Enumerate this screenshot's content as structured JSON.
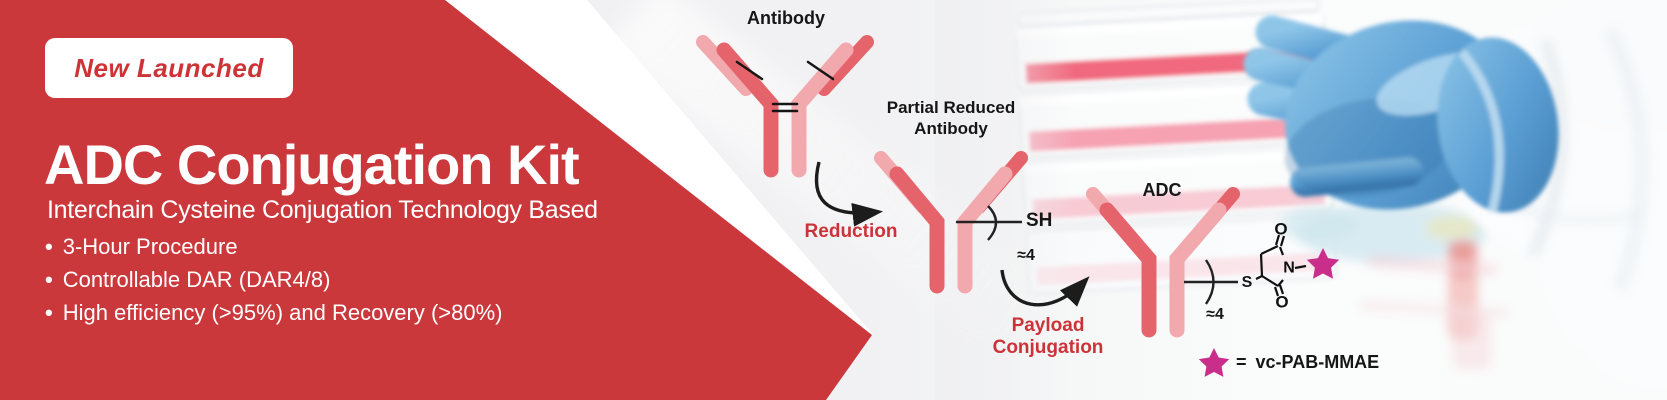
{
  "banner": {
    "badge_label": "New Launched",
    "title": "ADC Conjugation Kit",
    "subtitle": "Interchain Cysteine Conjugation Technology Based",
    "bullet_char": "•",
    "bullets": [
      "3-Hour Procedure",
      "Controllable DAR (DAR4/8)",
      "High efficiency (>95%) and Recovery (>80%)"
    ]
  },
  "diagram": {
    "antibody_label": "Antibody",
    "partial_reduced_line1": "Partial Reduced",
    "partial_reduced_line2": "Antibody",
    "adc_label": "ADC",
    "step1_label": "Reduction",
    "step2_line1": "Payload",
    "step2_line2": "Conjugation",
    "thiol_label": "SH",
    "dar_partial": "≈4",
    "dar_adc": "≈4",
    "sulfur_label": "S",
    "nitrogen_label": "N",
    "oxygen_top_label": "O",
    "oxygen_bottom_label": "O",
    "legend_equals": "=",
    "legend_payload_name": "vc-PAB-MMAE"
  },
  "colors": {
    "brand_red": "#ca383c",
    "accent_red_text": "#cc3338",
    "star_magenta": "#ca2e8b",
    "glove_blue": "#5b9fd4",
    "antibody_dark": "#e5646b",
    "antibody_light": "#f2a9ae",
    "diagram_bg": "#f0f0f2"
  }
}
